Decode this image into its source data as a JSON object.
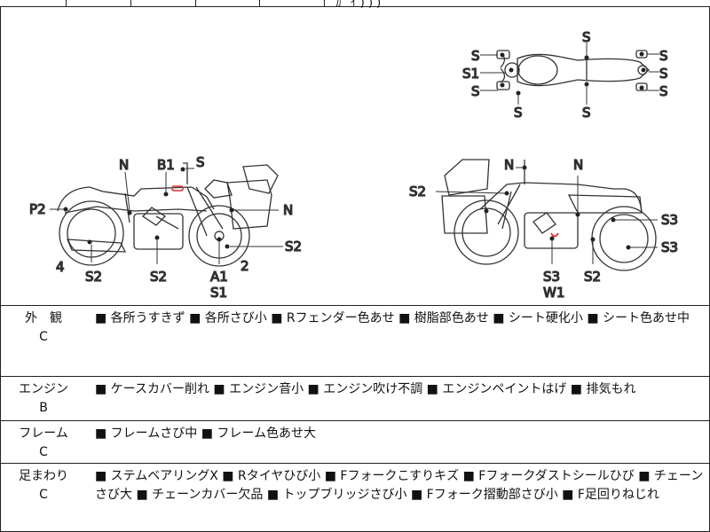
{
  "top_strip": {
    "partial_text": "ｶﾞ ｲ ) ) )"
  },
  "diagram": {
    "top_view_labels": [
      "S",
      "S1",
      "S",
      "S",
      "S",
      "S",
      "S",
      "S",
      "S"
    ],
    "left_side_labels": [
      "N",
      "B1",
      "S",
      "P2",
      "N",
      "S2",
      "4",
      "S2",
      "S2",
      "A1",
      "S1",
      "2"
    ],
    "right_side_labels": [
      "N",
      "N",
      "S2",
      "S3",
      "S3",
      "S3",
      "W1",
      "S2"
    ]
  },
  "sections": [
    {
      "head": "外　観",
      "grade": "C",
      "text": "■ 各所うすきず ■ 各所さび小 ■ Rフェンダー色あせ ■ 樹脂部色あせ ■ シート硬化小 ■ シート色あせ中"
    },
    {
      "head": "エンジン",
      "grade": "B",
      "text": "■ ケースカバー削れ ■ エンジン音小 ■ エンジン吹け不調 ■ エンジンペイントはげ ■ 排気もれ"
    },
    {
      "head": "フレーム",
      "grade": "C",
      "text": "■ フレームさび中 ■ フレーム色あせ大"
    },
    {
      "head": "足まわり",
      "grade": "C",
      "text": "■ ステムベアリングX ■ Rタイヤひび小 ■ Fフォークこすりキズ ■ Fフォークダストシールひび ■ チェーンさび大 ■ チェーンカバー欠品 ■ トップブリッジさび小 ■ Fフォーク摺動部さび小 ■ F足回りねじれ"
    }
  ]
}
